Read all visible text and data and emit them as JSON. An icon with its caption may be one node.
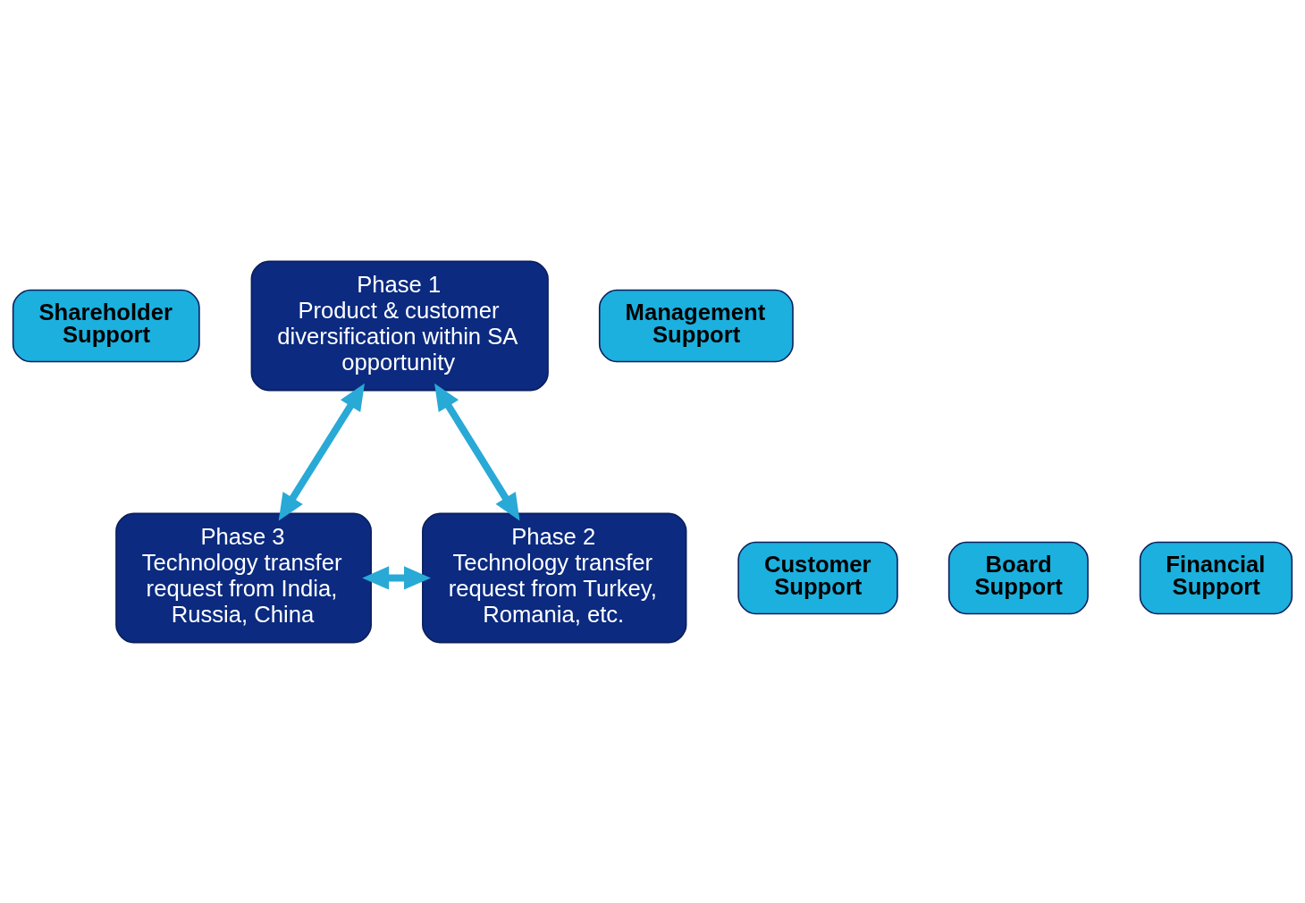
{
  "diagram": {
    "nodes": [
      {
        "text": [
          "Phase 1",
          "Product & customer diversification within SA opportunity"
        ]
      },
      {
        "text": [
          "Shareholder Support"
        ]
      },
      {
        "text": [
          "Management Support"
        ]
      },
      {
        "text": [
          "Customer Support"
        ]
      },
      {
        "text": [
          "Phase 3",
          "Technology transfer request from India, Russia, China"
        ]
      },
      {
        "text": [
          "Phase 2",
          "Technology transfer request from Turkey, Romania, etc."
        ]
      },
      {
        "text": [
          "Board Support"
        ]
      },
      {
        "text": [
          "Financial Support"
        ]
      }
    ],
    "edges": [
      {
        "from": 0,
        "to": 4,
        "arrow": "both"
      },
      {
        "from": 0,
        "to": 5,
        "arrow": "both"
      },
      {
        "from": 4,
        "to": 5,
        "arrow": "both"
      }
    ]
  }
}
